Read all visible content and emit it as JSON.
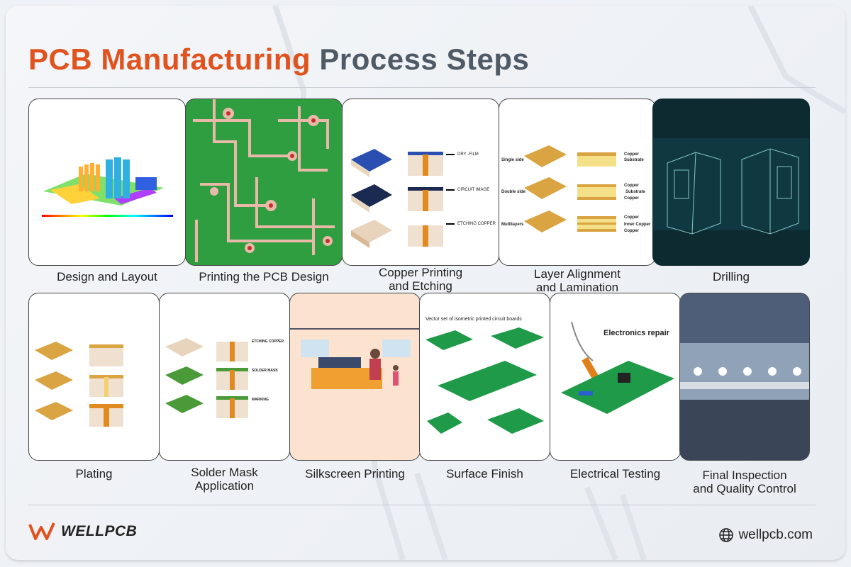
{
  "title": {
    "highlight": "PCB Manufacturing",
    "rest": "Process Steps"
  },
  "colors": {
    "accent": "#e0531f",
    "title_gray": "#4f5a66",
    "pcb_green": "#2e9e40",
    "copper": "#d9a441"
  },
  "steps_row1": [
    {
      "label": "Design and Layout"
    },
    {
      "label": "Printing the PCB Design"
    },
    {
      "label": "Copper Printing and Etching",
      "line1": "Copper Printing",
      "line2": "and Etching",
      "annotations": [
        "DRY -FILM",
        "CIRCUIT IMAGE",
        "ETCHING COPPER"
      ]
    },
    {
      "label": "Layer Alignment and Lamination",
      "line1": "Layer Alignment",
      "line2": "and Lamination",
      "rows": [
        "Single side",
        "Double side",
        "Multilayers"
      ],
      "annotations": [
        [
          "Copper",
          "Substrate"
        ],
        [
          "Copper",
          "Substrate",
          "Copper"
        ],
        [
          "Copper",
          "Inner Copper",
          "Copper"
        ]
      ]
    },
    {
      "label": "Drilling"
    }
  ],
  "steps_row2": [
    {
      "label": "Plating"
    },
    {
      "label": "Solder Mask Application",
      "line1": "Solder Mask",
      "line2": "Application",
      "annotations": [
        "ETCHING COPPER",
        "SOLDER MASK",
        "MARKING"
      ]
    },
    {
      "label": "Silkscreen Printing"
    },
    {
      "label": "Surface Finish",
      "caption": "Vector set of isometric printed circuit boards"
    },
    {
      "label": "Electrical Testing",
      "caption": "Electronics repair"
    },
    {
      "label": "Final Inspection and Quality Control",
      "line1": "Final Inspection",
      "line2": "and Quality Control"
    }
  ],
  "footer": {
    "brand": "WELLPCB",
    "website": "wellpcb.com",
    "website_icon": "globe-icon"
  }
}
